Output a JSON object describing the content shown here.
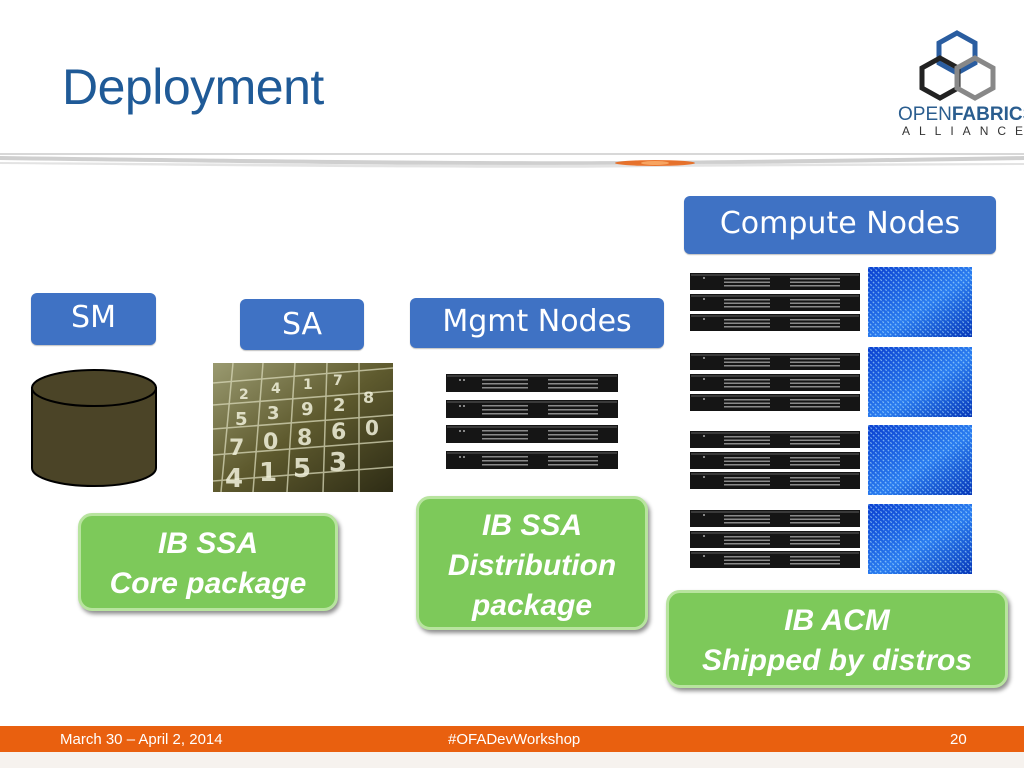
{
  "slide": {
    "title": "Deployment",
    "logo": {
      "name_open": "OPEN",
      "name_fabrics": "FABRICS",
      "subtitle": "ALLIANCE"
    }
  },
  "labels": {
    "compute": "Compute Nodes",
    "sm": "SM",
    "sa": "SA",
    "mgmt": "Mgmt Nodes"
  },
  "packages": {
    "core": {
      "line1": "IB SSA",
      "line2": "Core package"
    },
    "distribution": {
      "line1": "IB SSA",
      "line2": "Distribution",
      "line3": "package"
    },
    "acm": {
      "line1": "IB ACM",
      "line2": "Shipped by distros"
    }
  },
  "footer": {
    "date": "March 30 – April 2, 2014",
    "hashtag": "#OFADevWorkshop",
    "page": "20"
  },
  "colors": {
    "title": "#1f5a97",
    "label_blue": "#3f72c4",
    "package_green": "#7dc95a",
    "footer_orange": "#e9600f",
    "database": "#4b4427"
  }
}
